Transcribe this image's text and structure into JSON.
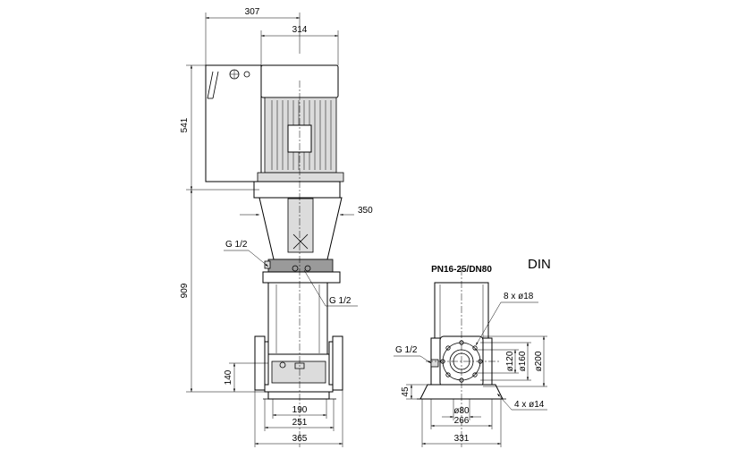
{
  "standard_label": "DIN",
  "flange_spec": "PN16-25/DN80",
  "dimensions": {
    "width_307": "307",
    "width_314": "314",
    "height_541": "541",
    "height_909": "909",
    "offset_350": "350",
    "height_140": "140",
    "width_190": "190",
    "width_251": "251",
    "width_365": "365",
    "height_45": "45",
    "dia_80": "ø80",
    "width_266": "266",
    "width_331": "331",
    "dia_120": "ø120",
    "dia_160": "ø160",
    "dia_200": "ø200"
  },
  "callouts": {
    "g_half_left": "G 1/2",
    "g_half_right": "G 1/2",
    "g_half_side": "G 1/2",
    "bolt_holes": "8 x ø18",
    "base_holes": "4 x ø14"
  }
}
